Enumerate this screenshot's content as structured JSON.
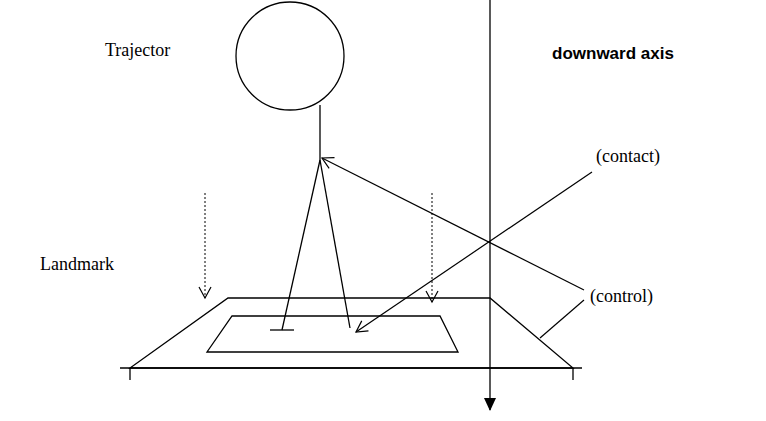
{
  "diagram": {
    "labels": [
      "Trajector",
      "downward axis",
      "(contact)",
      "Landmark",
      "(control)"
    ]
  }
}
